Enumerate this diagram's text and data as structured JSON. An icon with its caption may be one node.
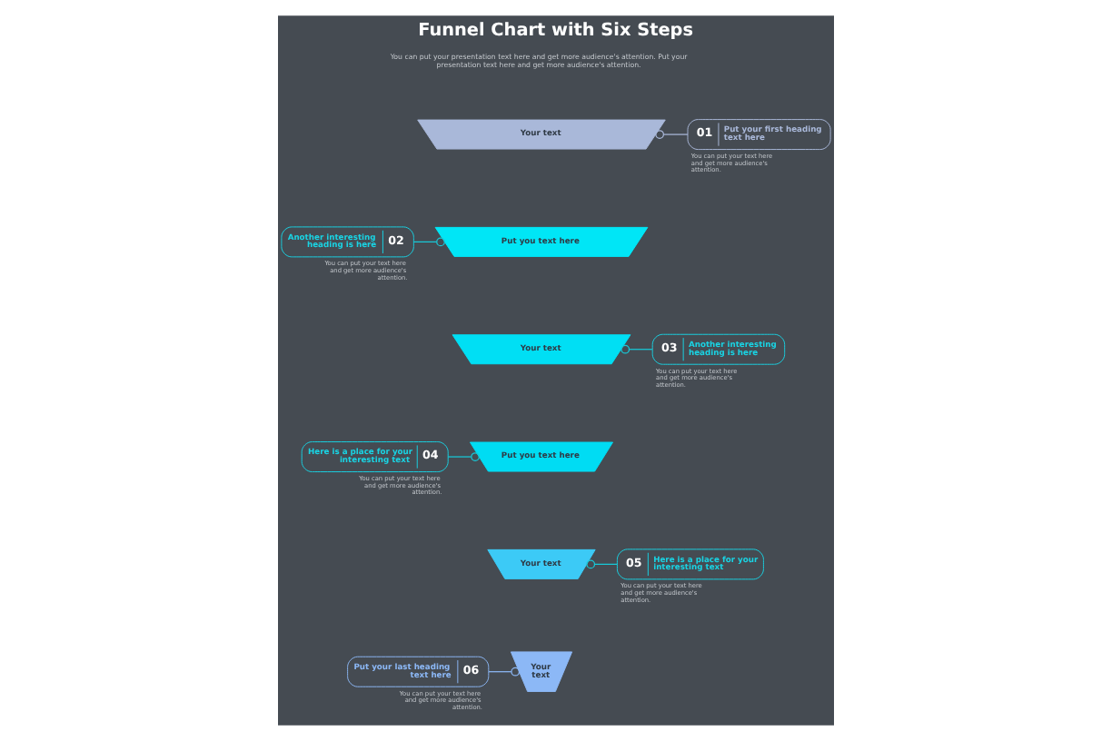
{
  "diagram": {
    "title": "Funnel Chart with Six Steps",
    "nodes": [
      {
        "text": [
          "Your text"
        ]
      },
      {
        "text": [
          "01",
          "Put your first heading text here"
        ],
        "beside": [
          "You can put your text here and get more audience's attention."
        ]
      },
      {
        "text": [
          "Another interesting heading is here",
          "02"
        ],
        "beside": [
          "You can put your text here and get more audience's attention."
        ]
      },
      {
        "text": [
          "Put you text here"
        ]
      },
      {
        "text": [
          "Your text"
        ]
      },
      {
        "text": [
          "03",
          "Another interesting heading is here"
        ],
        "beside": [
          "You can put your text here and get more audience's attention."
        ]
      },
      {
        "text": [
          "Here is a place for your interesting text",
          "04"
        ],
        "beside": [
          "You can put your text here and get more audience's attention."
        ]
      },
      {
        "text": [
          "Put you text here"
        ]
      },
      {
        "text": [
          "Your text"
        ]
      },
      {
        "text": [
          "05",
          "Here is a place for your interesting text"
        ],
        "beside": [
          "You can put your text here and get more audience's attention."
        ]
      },
      {
        "text": [
          "Put your last heading text here",
          "06"
        ],
        "beside": [
          "You can put your text here and get more audience's attention."
        ]
      },
      {
        "text": [
          "Your text"
        ]
      }
    ],
    "edges": [
      {
        "from": 0,
        "to": 1,
        "arrow": "other",
        "color": "#a9b8d9"
      },
      {
        "from": 2,
        "to": 3,
        "arrow": "other"
      },
      {
        "from": 4,
        "to": 5,
        "arrow": "other"
      },
      {
        "from": 6,
        "to": 7,
        "arrow": "other"
      },
      {
        "from": 8,
        "to": 9,
        "arrow": "other"
      },
      {
        "from": 10,
        "to": 11,
        "arrow": "other",
        "color": "#8cb8f6"
      }
    ],
    "labels": [
      "You can put your presentation text here and get more audience's attention. Put your presentation text here and get more audience's attention."
    ]
  }
}
